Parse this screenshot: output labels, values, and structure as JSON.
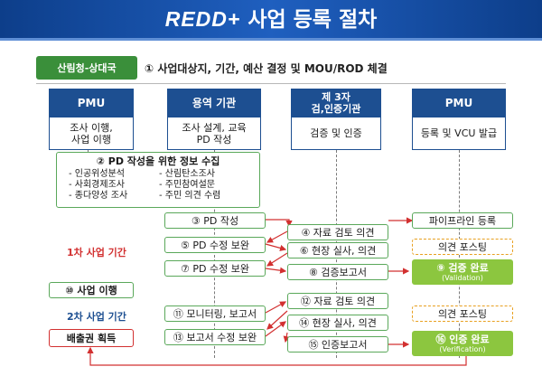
{
  "title": {
    "logo": "REDD+",
    "text": " 사업 등록 절차"
  },
  "step1": {
    "org": "산림청-상대국",
    "text": "① 사업대상지, 기간, 예산 결정 및 MOU/ROD 체결"
  },
  "columns": [
    {
      "header": "PMU",
      "body": "조사 이행,\n사업 이행"
    },
    {
      "header": "용역 기관",
      "body": "조사 설계, 교육\nPD 작성"
    },
    {
      "header": "제 3자\n검,인증기관",
      "body": "검증 및 인증"
    },
    {
      "header": "PMU",
      "body": "등록 및 VCU 발급"
    }
  ],
  "step2": {
    "title": "② PD 작성을 위한 정보 수집",
    "items": [
      "- 인공위성분석",
      "- 사회경제조사",
      "- 종다양성 조사",
      "- 산림탄소조사",
      "- 주민참여설문",
      "- 주민 의견 수렴"
    ]
  },
  "phase1": {
    "label": "1차 사업 기간",
    "s3": "③ PD 작성",
    "s4": "④ 자료 검토 의견",
    "s5": "⑤ PD 수정 보완",
    "s6": "⑥ 현장 실사, 의견",
    "s7": "⑦ PD 수정 보완",
    "s8": "⑧ 검증보고서",
    "pipeline": "파이프라인 등록",
    "posting": "의견 포스팅",
    "s9": "⑨ 검증 완료",
    "s9_sub": "(Validation)"
  },
  "step10": "⑩ 사업 이행",
  "phase2": {
    "label": "2차 사업 기간",
    "s11": "⑪ 모니터링, 보고서",
    "s12": "⑫ 자료 검토 의견",
    "s13": "⑬ 보고서 수정 보완",
    "s14": "⑭ 현장 실사, 의견",
    "s15": "⑮ 인증보고서",
    "posting": "의견 포스팅",
    "s16": "⑯ 인증 완료",
    "s16_sub": "(Verification)",
    "emission": "배출권 획득"
  },
  "colors": {
    "navy": "#1d4f91",
    "green": "#3a8f3a",
    "lime": "#8cc63f",
    "red": "#d23030",
    "orange": "#e8a020"
  }
}
